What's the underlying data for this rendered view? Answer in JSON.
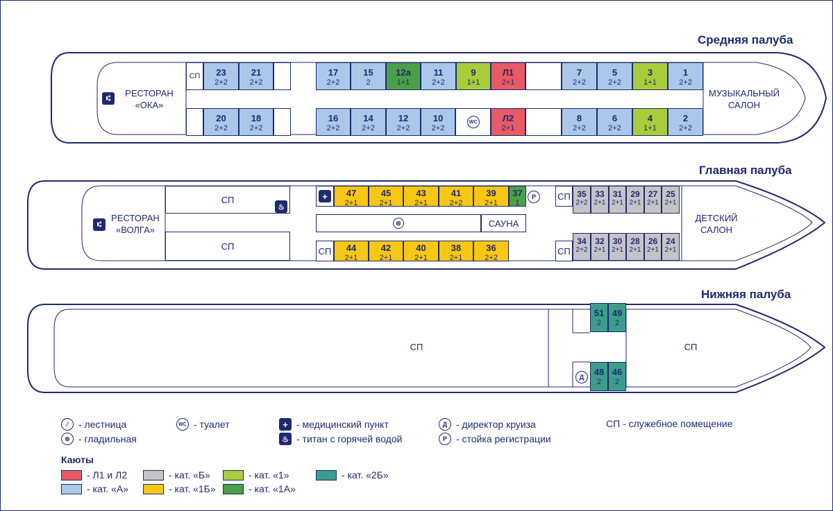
{
  "colors": {
    "outline": "#1f2a6e",
    "lux": "#e85a65",
    "cat_a": "#a9c8ea",
    "cat_b": "#c4c4c8",
    "cat_1": "#a8cc3a",
    "cat_1a": "#4aa046",
    "cat_1b": "#f7c713",
    "cat_2b": "#3d9d8c"
  },
  "decks": {
    "middle": {
      "title": "Средняя палуба",
      "restaurant": [
        "РЕСТОРАН",
        "«ОКА»"
      ],
      "music_salon": [
        "МУЗЫКАЛЬНЫЙ",
        "САЛОН"
      ],
      "service": "СП"
    },
    "main": {
      "title": "Главная палуба",
      "restaurant": [
        "РЕСТОРАН",
        "«ВОЛГА»"
      ],
      "kids_salon": [
        "ДЕТСКИЙ",
        "САЛОН"
      ],
      "sauna": "САУНА",
      "service": "СП"
    },
    "lower": {
      "title": "Нижняя палуба",
      "service": "СП"
    }
  },
  "icons": {
    "wc": "WC",
    "reception": "Р",
    "director": "Д",
    "medical": "+"
  },
  "cabins": {
    "c23": {
      "num": "23",
      "cap": "2+2"
    },
    "c21": {
      "num": "21",
      "cap": "2+2"
    },
    "c20": {
      "num": "20",
      "cap": "2+2"
    },
    "c18": {
      "num": "18",
      "cap": "2+2"
    },
    "c17": {
      "num": "17",
      "cap": "2+2"
    },
    "c15": {
      "num": "15",
      "cap": "2"
    },
    "c12a": {
      "num": "12а",
      "cap": "1+1"
    },
    "c11": {
      "num": "11",
      "cap": "2+2"
    },
    "c9": {
      "num": "9",
      "cap": "1+1"
    },
    "cL1": {
      "num": "Л1",
      "cap": "2+1"
    },
    "c16": {
      "num": "16",
      "cap": "2+2"
    },
    "c14": {
      "num": "14",
      "cap": "2+2"
    },
    "c12": {
      "num": "12",
      "cap": "2+2"
    },
    "c10": {
      "num": "10",
      "cap": "2+2"
    },
    "cL2": {
      "num": "Л2",
      "cap": "2+1"
    },
    "c7": {
      "num": "7",
      "cap": "2+2"
    },
    "c5": {
      "num": "5",
      "cap": "2+2"
    },
    "c3": {
      "num": "3",
      "cap": "1+1"
    },
    "c1": {
      "num": "1",
      "cap": "2+2"
    },
    "c8": {
      "num": "8",
      "cap": "2+2"
    },
    "c6": {
      "num": "6",
      "cap": "2+2"
    },
    "c4": {
      "num": "4",
      "cap": "1+1"
    },
    "c2": {
      "num": "2",
      "cap": "2+2"
    },
    "c47": {
      "num": "47",
      "cap": "2+1"
    },
    "c45": {
      "num": "45",
      "cap": "2+1"
    },
    "c43": {
      "num": "43",
      "cap": "2+1"
    },
    "c41": {
      "num": "41",
      "cap": "2+2"
    },
    "c39": {
      "num": "39",
      "cap": "2+1"
    },
    "c37": {
      "num": "37",
      "cap": "1"
    },
    "c44": {
      "num": "44",
      "cap": "2+1"
    },
    "c42": {
      "num": "42",
      "cap": "2+1"
    },
    "c40": {
      "num": "40",
      "cap": "2+1"
    },
    "c38": {
      "num": "38",
      "cap": "2+1"
    },
    "c36": {
      "num": "36",
      "cap": "2+2"
    },
    "c35": {
      "num": "35",
      "cap": "2+2"
    },
    "c33": {
      "num": "33",
      "cap": "2+1"
    },
    "c31": {
      "num": "31",
      "cap": "2+1"
    },
    "c29": {
      "num": "29",
      "cap": "2+1"
    },
    "c27": {
      "num": "27",
      "cap": "2+1"
    },
    "c25": {
      "num": "25",
      "cap": "2+1"
    },
    "c34": {
      "num": "34",
      "cap": "2+2"
    },
    "c32": {
      "num": "32",
      "cap": "2+1"
    },
    "c30": {
      "num": "30",
      "cap": "2+1"
    },
    "c28": {
      "num": "28",
      "cap": "2+1"
    },
    "c26": {
      "num": "26",
      "cap": "2+1"
    },
    "c24": {
      "num": "24",
      "cap": "2+1"
    },
    "c51": {
      "num": "51",
      "cap": "2"
    },
    "c49": {
      "num": "49",
      "cap": "2"
    },
    "c48": {
      "num": "48",
      "cap": "2"
    },
    "c46": {
      "num": "46",
      "cap": "2"
    }
  },
  "legend": {
    "stairs": "- лестница",
    "ironing": "- гладильная",
    "toilet": "- туалет",
    "medical": "- медицинский пункт",
    "boiler": "- титан с горячей водой",
    "director": "- директор круиза",
    "reception": "- стойка регистрации",
    "service": "СП - служебное помещение",
    "cabins_title": "Каюты",
    "lux": "- Л1 и Л2",
    "cat_a": "- кат. «А»",
    "cat_b": "- кат. «Б»",
    "cat_1b": "- кат. «1Б»",
    "cat_1": "- кат. «1»",
    "cat_1a": "- кат. «1А»",
    "cat_2b": "- кат. «2Б»"
  }
}
